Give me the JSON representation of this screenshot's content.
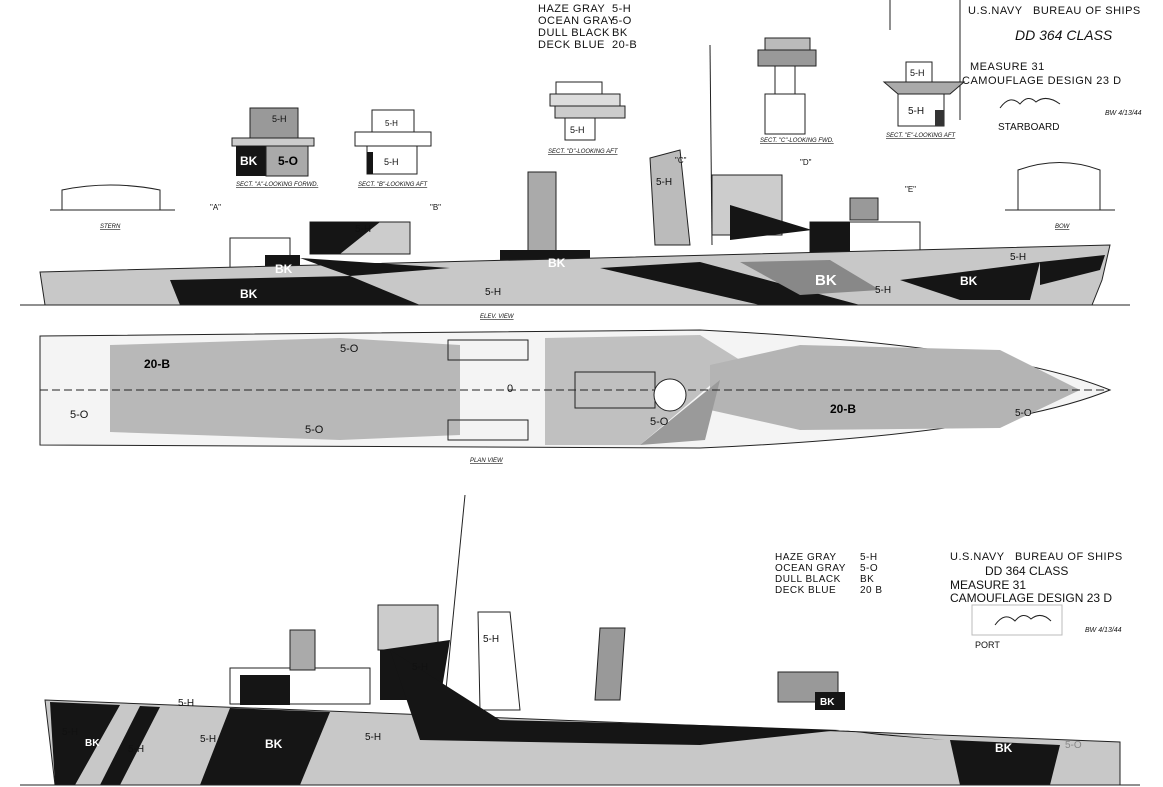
{
  "legend_top": {
    "rows": [
      {
        "name": "HAZE GRAY",
        "code": "5-H"
      },
      {
        "name": "OCEAN GRAY",
        "code": "5-O"
      },
      {
        "name": "DULL BLACK",
        "code": "BK"
      },
      {
        "name": "DECK BLUE",
        "code": "20-B"
      }
    ]
  },
  "title_top": {
    "agency": "U.S.NAVY   BUREAU OF SHIPS",
    "class": "DD 364 CLASS",
    "measure": "MEASURE 31",
    "design": "CAMOUFLAGE DESIGN 23 D",
    "side": "STARBOARD",
    "date": "BW 4/13/44",
    "signature": "signature"
  },
  "legend_bottom": {
    "rows": [
      {
        "name": "HAZE GRAY",
        "code": "5-H"
      },
      {
        "name": "OCEAN GRAY",
        "code": "5-O"
      },
      {
        "name": "DULL BLACK",
        "code": "BK"
      },
      {
        "name": "DECK BLUE",
        "code": "20 B"
      }
    ]
  },
  "title_bottom": {
    "agency": "U.S.NAVY   BUREAU OF SHIPS",
    "class": "DD 364 CLASS",
    "measure": "MEASURE 31",
    "design": "CAMOUFLAGE DESIGN 23 D",
    "side": "PORT",
    "date": "BW 4/13/44"
  },
  "sections": {
    "a": "SECT. \"A\"-LOOKING FORWD.",
    "b": "SECT. \"B\"-LOOKING AFT",
    "d": "SECT. \"D\"-LOOKING AFT",
    "c": "SECT. \"C\"-LOOKING FWD.",
    "e": "SECT. \"E\"-LOOKING AFT",
    "stern": "STERN",
    "bow": "BOW"
  },
  "views": {
    "elev": "ELEV. VIEW",
    "plan": "PLAN VIEW"
  },
  "section_markers": {
    "a": "\"A\"",
    "b": "\"B\"",
    "c": "\"C\"",
    "d": "\"D\"",
    "e": "\"E\""
  },
  "marks": {
    "h": "5-H",
    "o": "5-O",
    "bk": "BK",
    "b": "20-B",
    "zero": "0"
  },
  "colors": {
    "haze": "#bdbdbd",
    "ocean": "#8f8f8f",
    "black": "#151515",
    "deck": "#a8a8a8"
  }
}
